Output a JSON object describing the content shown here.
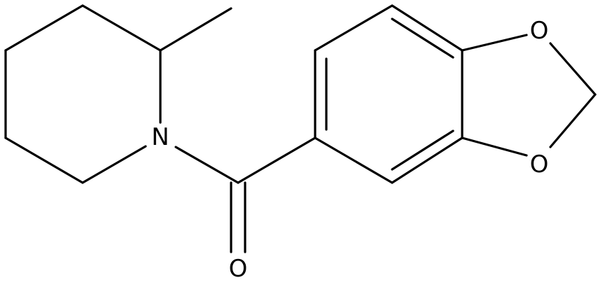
{
  "diagram": {
    "colors": {
      "bond": "#000000",
      "label": "#000000",
      "background": "#ffffff"
    },
    "atoms": [
      {
        "id": "N1",
        "label": "N"
      },
      {
        "id": "O_carbonyl",
        "label": "O"
      },
      {
        "id": "O_upper",
        "label": "O"
      },
      {
        "id": "O_lower",
        "label": "O"
      }
    ]
  }
}
